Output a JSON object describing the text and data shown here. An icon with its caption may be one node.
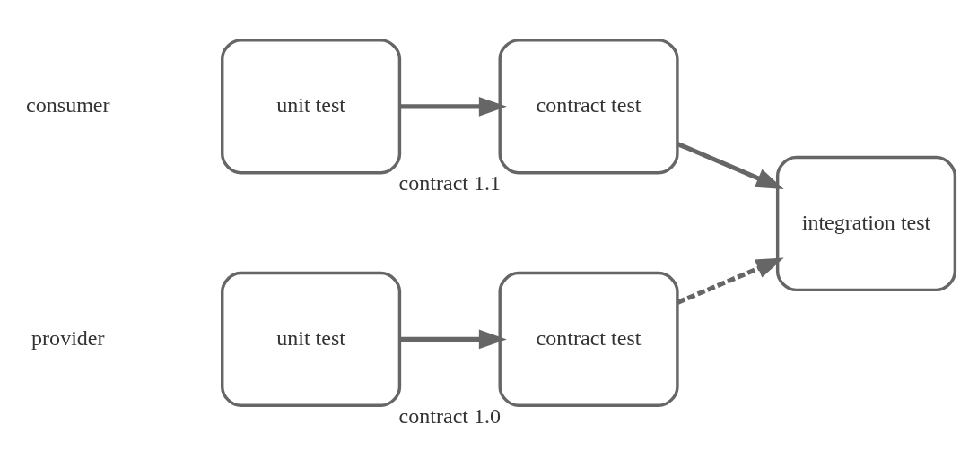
{
  "diagram": {
    "nodes": [
      {
        "text": [
          "unit test"
        ]
      },
      {
        "text": [
          "contract test"
        ],
        "beside": [
          "contract 1.0"
        ]
      },
      {
        "text": [
          "unit test"
        ]
      },
      {
        "text": [
          "contract test"
        ],
        "beside": [
          "contract 1.1"
        ]
      },
      {
        "text": [
          "integration test"
        ]
      }
    ],
    "edges": [
      {
        "from": 0,
        "to": 1,
        "arrow": "to"
      },
      {
        "from": 2,
        "to": 3,
        "arrow": "to"
      },
      {
        "from": 1,
        "to": 4,
        "arrow": "to",
        "style": "dashed"
      },
      {
        "from": 3,
        "to": 4,
        "arrow": "to"
      }
    ],
    "labels": [
      "provider",
      "consumer"
    ]
  }
}
